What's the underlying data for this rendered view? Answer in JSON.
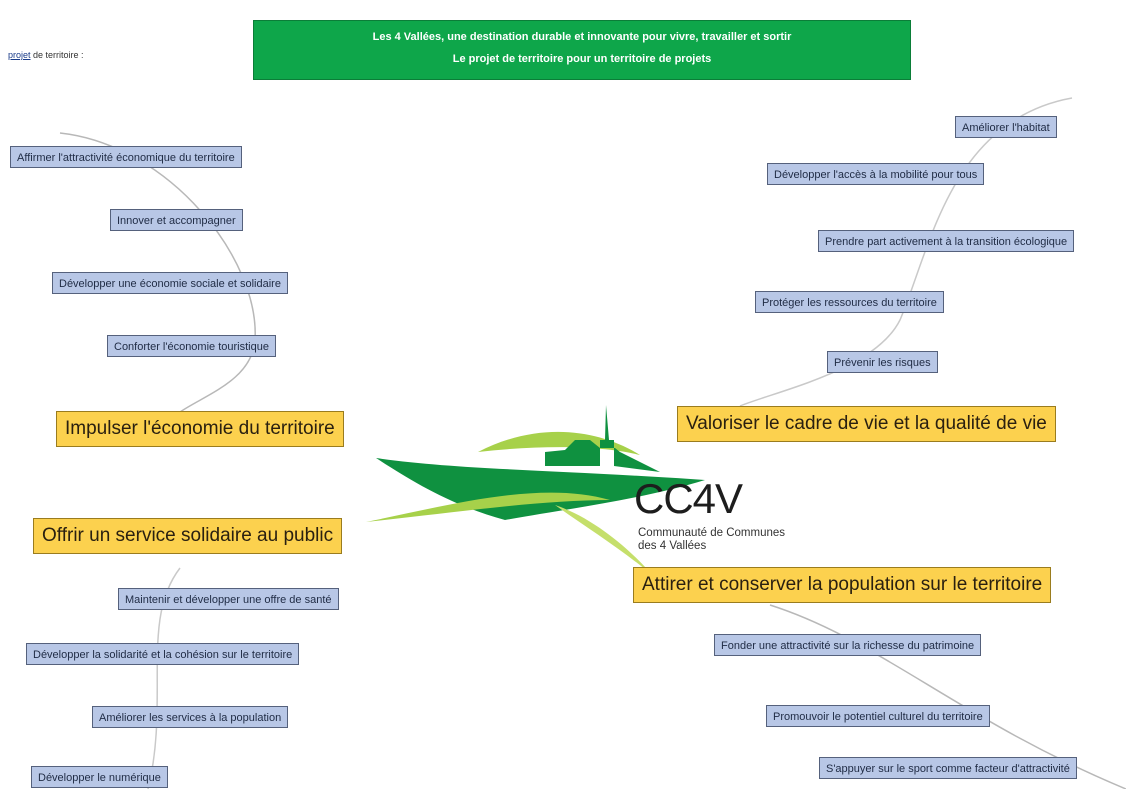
{
  "top_note": {
    "link": "projet",
    "rest": "de territoire :"
  },
  "banner": {
    "line1": "Les 4 Vallées, une destination durable et innovante pour vivre, travailler et sortir",
    "line2": "Le projet de territoire pour un territoire de projets"
  },
  "logo": {
    "title": "CC4V",
    "sub1": "Communauté de Communes",
    "sub2": "des 4 Vallées"
  },
  "themes": {
    "economie": {
      "title": "Impulser l'économie du territoire",
      "items": [
        "Affirmer l'attractivité économique du territoire",
        "Innover et accompagner",
        "Développer une économie sociale et solidaire",
        "Conforter l'économie touristique"
      ]
    },
    "cadre_vie": {
      "title": "Valoriser le cadre de vie et la qualité de vie",
      "items": [
        "Améliorer l'habitat",
        "Développer l'accès à la mobilité pour tous",
        "Prendre part activement à la transition écologique",
        "Protéger les ressources du territoire",
        "Prévenir les risques"
      ]
    },
    "service": {
      "title": "Offrir un service solidaire au public",
      "items": [
        "Maintenir et développer une offre de santé",
        "Développer la solidarité et la cohésion sur le territoire",
        "Améliorer les services à la population",
        "Développer le numérique"
      ]
    },
    "population": {
      "title": "Attirer et conserver la population sur le territoire",
      "items": [
        "Fonder une attractivité sur la richesse du patrimoine",
        "Promouvoir le potentiel culturel du territoire",
        "S'appuyer sur le sport comme facteur d'attractivité"
      ]
    }
  },
  "colors": {
    "banner": "#0ea64a",
    "theme_box": "#fcd14e",
    "item_box": "#b8c7e6",
    "logo_dark_green": "#0f9140",
    "logo_light_green": "#a7d14a"
  }
}
